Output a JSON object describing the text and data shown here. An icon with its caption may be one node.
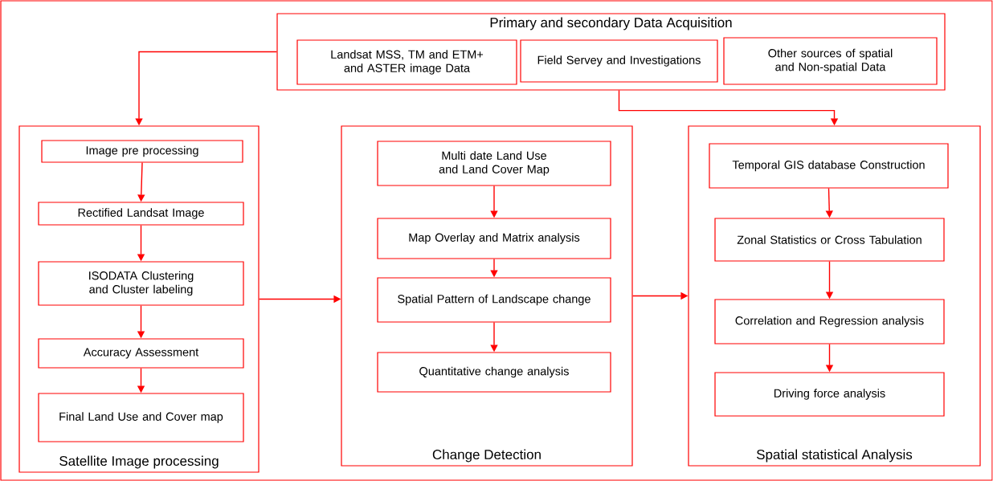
{
  "diagram": {
    "nodes": [
      {
        "text": [
          "Primary and secondary Data Acquisition"
        ]
      },
      {
        "text": [
          "Landsat MSS, TM and ETM+ and ASTER image Data"
        ],
        "in": 0
      },
      {
        "text": [
          "Field Servey and Investigations"
        ],
        "in": 0
      },
      {
        "text": [
          "Other sources of spatial and Non-spatial Data"
        ],
        "in": 0
      },
      {
        "text": [
          "Satellite Image processing"
        ]
      },
      {
        "text": [
          "Image pre processing"
        ],
        "in": 4
      },
      {
        "text": [
          "Rectified Landsat Image"
        ],
        "in": 4
      },
      {
        "text": [
          "ISODATA Clustering and Cluster labeling"
        ],
        "in": 4
      },
      {
        "text": [
          "Accuracy Assessment"
        ],
        "in": 4
      },
      {
        "text": [
          "Final Land Use and Cover map"
        ],
        "in": 4
      },
      {
        "text": [
          "Change Detection"
        ]
      },
      {
        "text": [
          "Multi date Land Use and Land Cover Map"
        ],
        "in": 10
      },
      {
        "text": [
          "Map Overlay and Matrix analysis"
        ],
        "in": 10
      },
      {
        "text": [
          "Spatial Pattern of Landscape change"
        ],
        "in": 10
      },
      {
        "text": [
          "Quantitative change analysis"
        ],
        "in": 10
      },
      {
        "text": [
          "Spatial statistical Analysis"
        ]
      },
      {
        "text": [
          "Temporal GIS database Construction"
        ],
        "in": 15
      },
      {
        "text": [
          "Zonal Statistics or Cross Tabulation"
        ],
        "in": 15
      },
      {
        "text": [
          "Correlation and Regression analysis"
        ],
        "in": 15
      },
      {
        "text": [
          "Driving force analysis"
        ],
        "in": 15
      }
    ],
    "edges": [
      {
        "from": 0,
        "to": 4,
        "arrow": "to"
      },
      {
        "from": 0,
        "to": 15,
        "arrow": "to"
      },
      {
        "from": 5,
        "to": 6,
        "arrow": "to"
      },
      {
        "from": 6,
        "to": 7,
        "arrow": "to"
      },
      {
        "from": 7,
        "to": 8,
        "arrow": "to"
      },
      {
        "from": 8,
        "to": 9,
        "arrow": "to"
      },
      {
        "from": 4,
        "to": 10,
        "arrow": "to"
      },
      {
        "from": 11,
        "to": 12,
        "arrow": "to"
      },
      {
        "from": 12,
        "to": 13,
        "arrow": "to"
      },
      {
        "from": 13,
        "to": 14,
        "arrow": "to"
      },
      {
        "from": 10,
        "to": 15,
        "arrow": "to"
      },
      {
        "from": 16,
        "to": 17,
        "arrow": "to"
      },
      {
        "from": 17,
        "to": 18,
        "arrow": "to"
      },
      {
        "from": 18,
        "to": 19,
        "arrow": "to"
      }
    ]
  }
}
